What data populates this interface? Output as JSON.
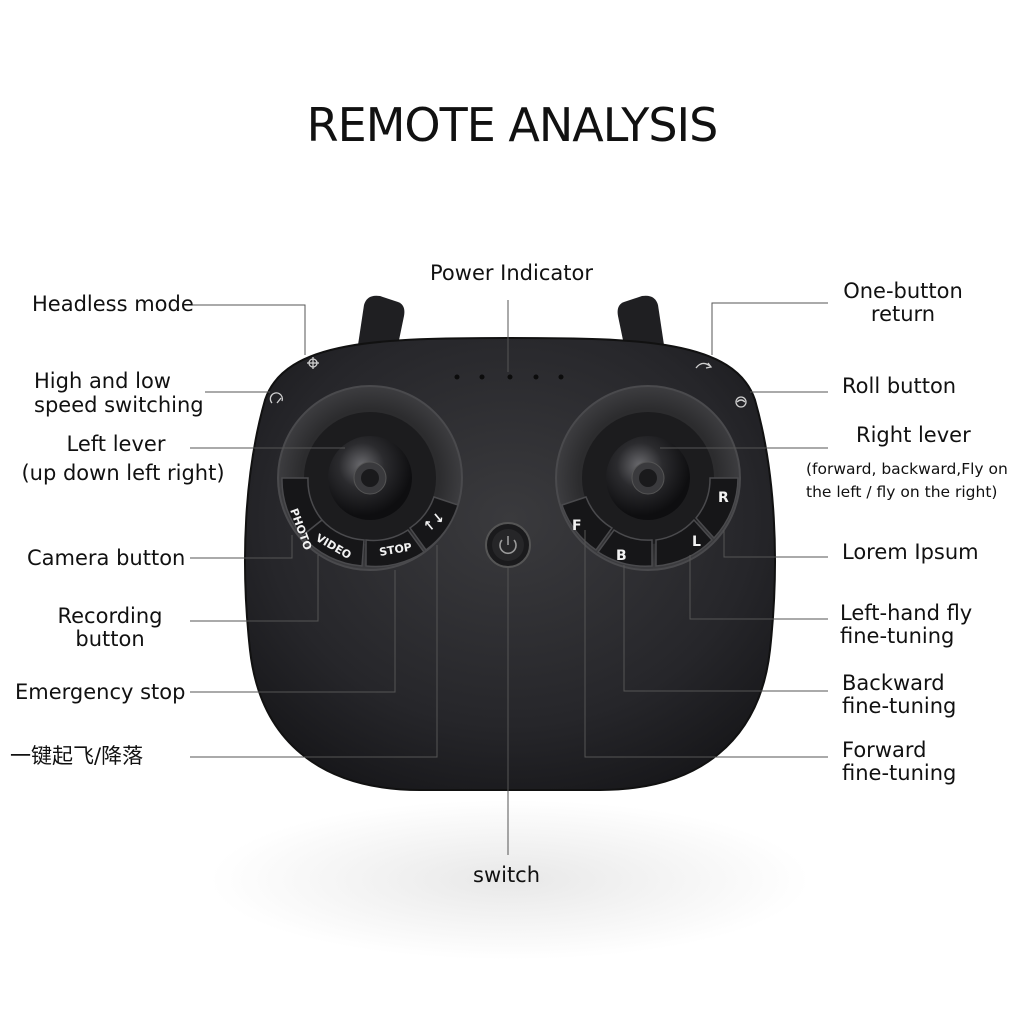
{
  "title": "REMOTE ANALYSIS",
  "labels": {
    "power_indicator": "Power Indicator",
    "headless_mode": "Headless mode",
    "speed_switch_1": "High and low",
    "speed_switch_2": "speed switching",
    "left_lever_1": "Left lever",
    "left_lever_2": "(up down left right)",
    "camera_button": "Camera button",
    "recording_button_1": "Recording",
    "recording_button_2": "button",
    "emergency_stop": "Emergency stop",
    "takeoff_landing": "一键起飞/降落",
    "one_button_return_1": "One-button",
    "one_button_return_2": "return",
    "roll_button": "Roll button",
    "right_lever": "Right lever",
    "right_lever_desc_1": "(forward, backward,Fly on",
    "right_lever_desc_2": "the left / fly on the right)",
    "lorem_ipsum": "Lorem Ipsum",
    "left_fly_tuning_1": "Left-hand fly",
    "left_fly_tuning_2": "fine-tuning",
    "backward_tuning_1": "Backward",
    "backward_tuning_2": "fine-tuning",
    "forward_tuning_1": "Forward",
    "forward_tuning_2": "fine-tuning",
    "switch": "switch"
  },
  "remote_buttons": {
    "photo": "PHOTO",
    "video": "VIDEO",
    "stop": "STOP",
    "takeoff": "↑↓",
    "f": "F",
    "b": "B",
    "l": "L",
    "r": "R"
  },
  "colors": {
    "body": "#2a2a2c",
    "leader_line": "#555555"
  },
  "icons": [
    "headless-icon",
    "speed-icon",
    "return-icon",
    "roll-icon",
    "power-icon"
  ]
}
